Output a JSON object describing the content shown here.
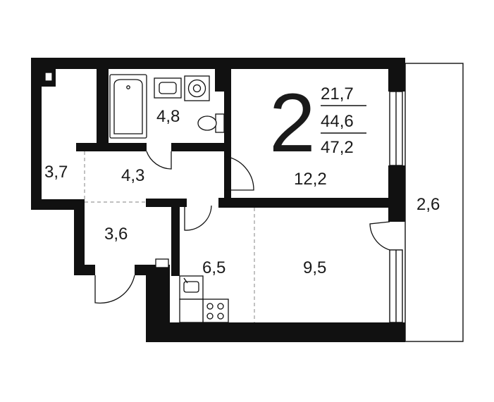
{
  "plan": {
    "room_count": "2",
    "areas": {
      "living": "21,7",
      "total": "44,6",
      "total_with_balcony": "47,2"
    },
    "rooms": [
      {
        "id": "bathroom",
        "area": "4,8"
      },
      {
        "id": "wardrobe",
        "area": "3,7"
      },
      {
        "id": "hallway",
        "area": "4,3"
      },
      {
        "id": "bedroom",
        "area": "12,2"
      },
      {
        "id": "entrance",
        "area": "3,6"
      },
      {
        "id": "kitchen",
        "area": "6,5"
      },
      {
        "id": "living-room",
        "area": "9,5"
      },
      {
        "id": "balcony",
        "area": "2,6"
      }
    ]
  }
}
